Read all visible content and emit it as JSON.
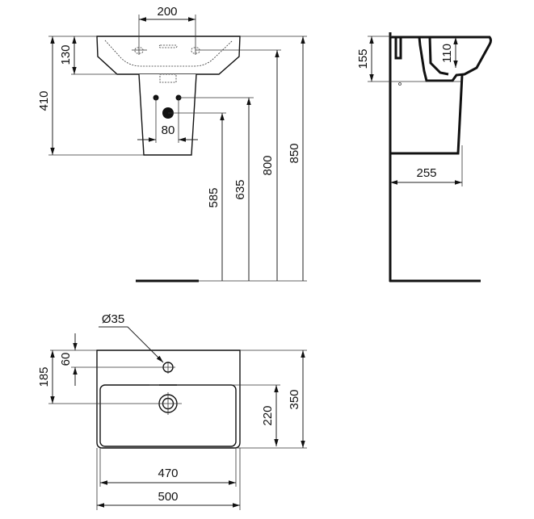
{
  "front_view": {
    "tap_hole_spacing": "200",
    "basin_depth": "130",
    "overall_height": "410",
    "supply_spacing": "80",
    "waste_height": "585",
    "supply_height": "635",
    "tap_height": "800",
    "rim_height": "850"
  },
  "side_view": {
    "mount_depth": "155",
    "bowl_depth": "110",
    "pedestal_projection": "255"
  },
  "top_view": {
    "tap_hole_diameter": "Ø35",
    "tap_hole_offset": "60",
    "waste_offset": "185",
    "bowl_length": "220",
    "overall_depth": "350",
    "bowl_width": "470",
    "overall_width": "500"
  }
}
